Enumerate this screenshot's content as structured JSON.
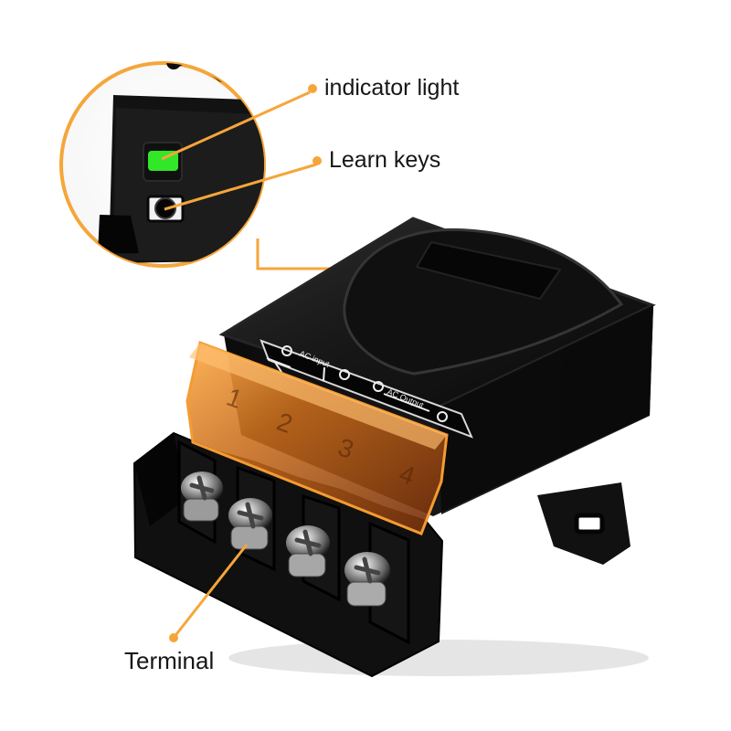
{
  "labels": {
    "indicator_light": "indicator light",
    "learn_keys": "Learn keys",
    "terminal": "Terminal"
  },
  "product_markings": {
    "ac_input": "AC input",
    "ac_output": "AC Output",
    "terminal_numbers": [
      "1",
      "2",
      "3",
      "4"
    ]
  },
  "colors": {
    "accent": "#f6a53b",
    "housing": "#151515",
    "cover": "#c97318",
    "led": "#3cf02a"
  }
}
